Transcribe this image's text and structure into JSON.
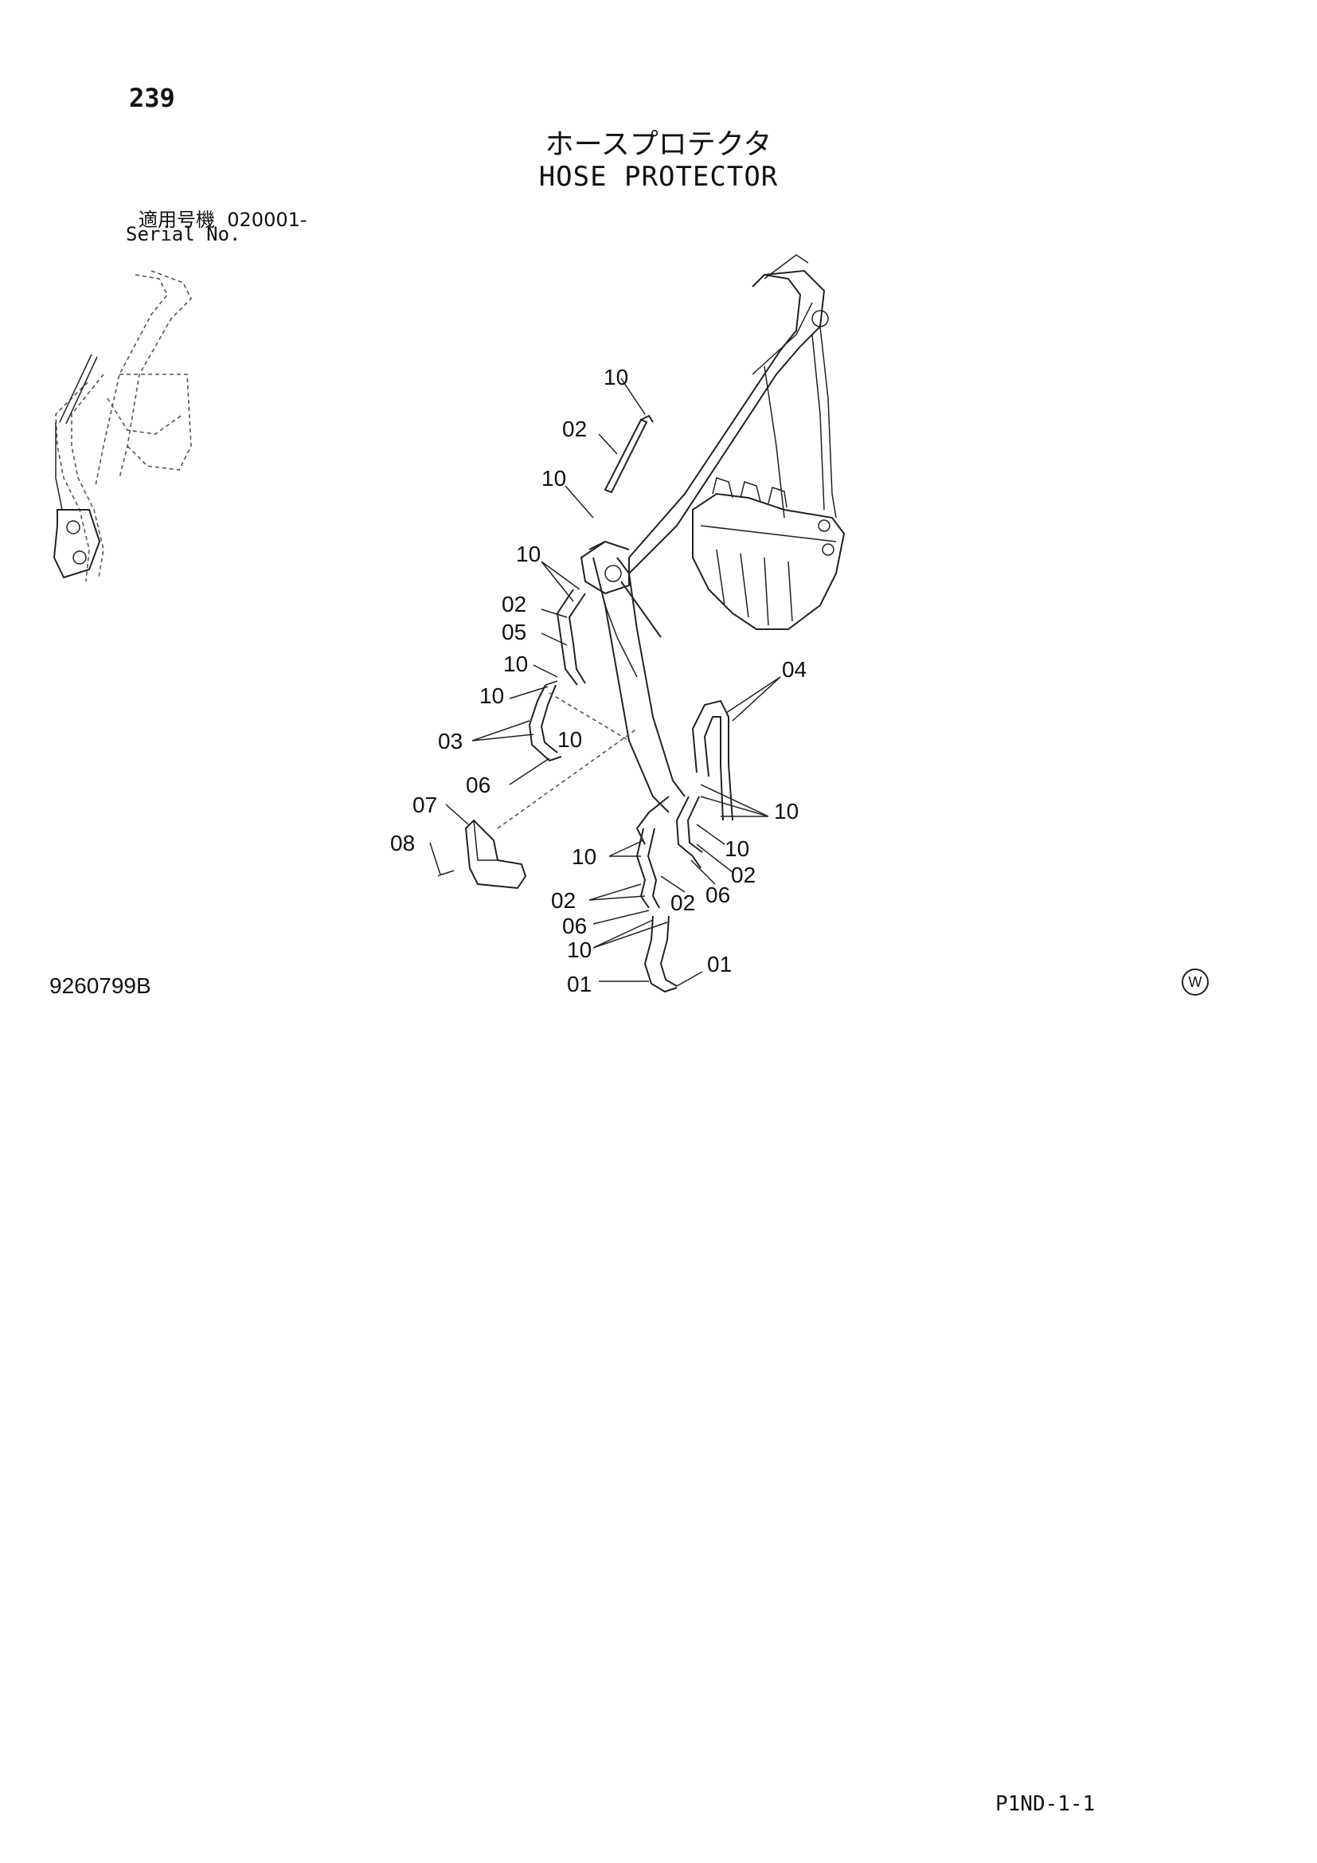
{
  "page_number": "239",
  "title_jp": "ホースプロテクタ",
  "title_en": "HOSE PROTECTOR",
  "serial": {
    "label_jp": "適用号機",
    "value": "020001-",
    "label_en": "Serial No."
  },
  "callouts": {
    "c1": "10",
    "c2": "02",
    "c3": "10",
    "c4": "10",
    "c5": "02",
    "c6": "05",
    "c7": "10",
    "c8": "10",
    "c9": "03",
    "c10": "10",
    "c11": "06",
    "c12": "07",
    "c13": "08",
    "c14": "04",
    "c15": "10",
    "c16": "10",
    "c17": "02",
    "c18": "06",
    "c19": "10",
    "c20": "02",
    "c21": "02",
    "c22": "06",
    "c23": "10",
    "c24": "01",
    "c25": "01"
  },
  "drawing_number": "9260799B",
  "maker_mark": "W",
  "page_code": "P1ND-1-1"
}
